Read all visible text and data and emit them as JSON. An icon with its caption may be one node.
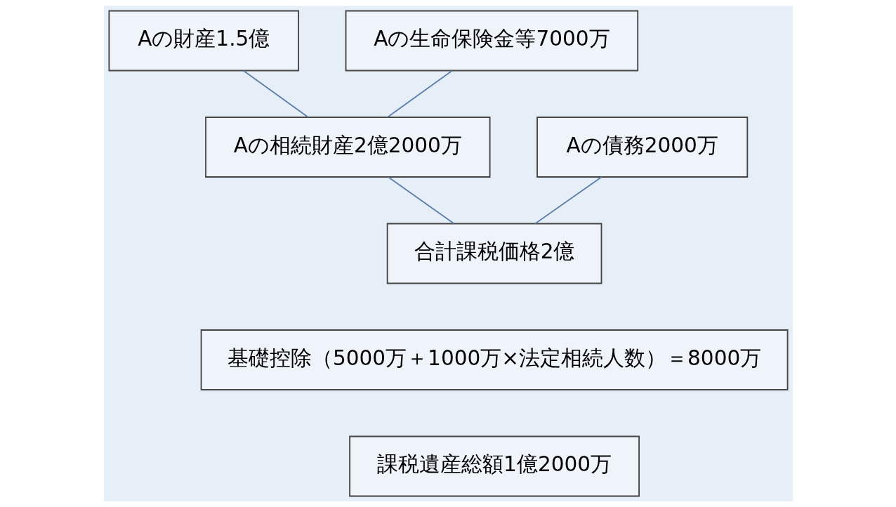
{
  "diagram": {
    "nodes": [
      {
        "text": [
          "Aの財産1.5億"
        ]
      },
      {
        "text": [
          "Aの生命保険金等7000万"
        ]
      },
      {
        "text": [
          "Aの相続財産2億2000万"
        ]
      },
      {
        "text": [
          "Aの債務2000万"
        ]
      },
      {
        "text": [
          "合計課税価格2億"
        ]
      },
      {
        "text": [
          "基礎控除（5000万＋1000万×法定相続人数）＝8000万"
        ]
      },
      {
        "text": [
          "課税遺産総額1億2000万"
        ]
      }
    ],
    "edges": [
      {
        "from": 0,
        "to": 2,
        "arrow": "none"
      },
      {
        "from": 1,
        "to": 2,
        "arrow": "none"
      },
      {
        "from": 2,
        "to": 4,
        "arrow": "none"
      },
      {
        "from": 3,
        "to": 4,
        "arrow": "none"
      }
    ]
  }
}
